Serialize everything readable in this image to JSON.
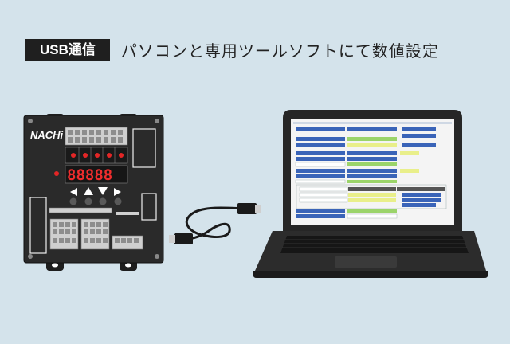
{
  "header": {
    "badge": "USB通信",
    "title": "パソコンと専用ツールソフトにて数値設定"
  },
  "controller": {
    "logo": "NACHi",
    "display": "88888"
  }
}
